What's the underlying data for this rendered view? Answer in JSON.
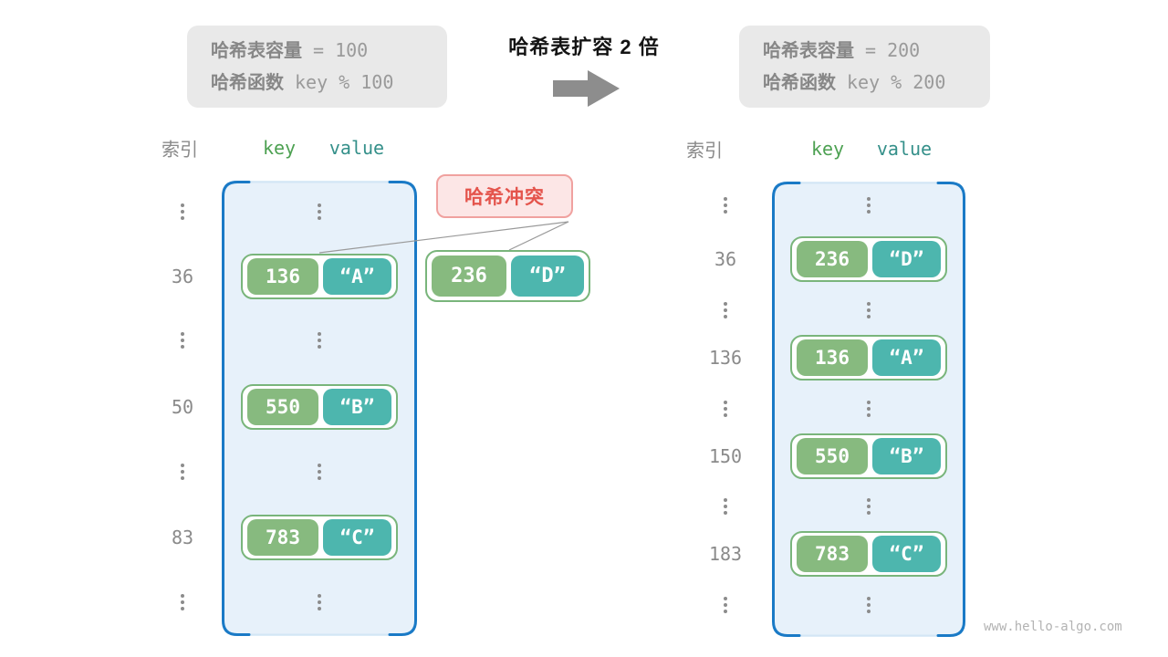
{
  "colors": {
    "bucket_fill": "#e7f1fa",
    "bucket_border": "#1a7ac6",
    "key_green": "#87ba7f",
    "value_teal": "#4db6ae",
    "pair_border_green": "#79b57b",
    "collision_red": "#e4544c",
    "collision_bg": "#fce6e6",
    "gray_text": "#8a8a8a",
    "info_box_bg": "#e9e9e9"
  },
  "before_box": {
    "capacity_label": "哈希表容量",
    "capacity_value": "= 100",
    "hash_label": "哈希函数",
    "hash_value": "key % 100"
  },
  "after_box": {
    "capacity_label": "哈希表容量",
    "capacity_value": "= 200",
    "hash_label": "哈希函数",
    "hash_value": "key % 200"
  },
  "transform": {
    "title": "哈希表扩容 2 倍"
  },
  "collision": {
    "label": "哈希冲突",
    "pair": {
      "key": "236",
      "value": "“D”"
    }
  },
  "left_table": {
    "index_header": "索引",
    "key_header": "key",
    "value_header": "value",
    "indices": [
      "36",
      "50",
      "83"
    ],
    "pairs": [
      {
        "key": "136",
        "value": "“A”"
      },
      {
        "key": "550",
        "value": "“B”"
      },
      {
        "key": "783",
        "value": "“C”"
      }
    ]
  },
  "right_table": {
    "index_header": "索引",
    "key_header": "key",
    "value_header": "value",
    "indices": [
      "36",
      "136",
      "150",
      "183"
    ],
    "pairs": [
      {
        "key": "236",
        "value": "“D”"
      },
      {
        "key": "136",
        "value": "“A”"
      },
      {
        "key": "550",
        "value": "“B”"
      },
      {
        "key": "783",
        "value": "“C”"
      }
    ]
  },
  "watermark": "www.hello-algo.com"
}
